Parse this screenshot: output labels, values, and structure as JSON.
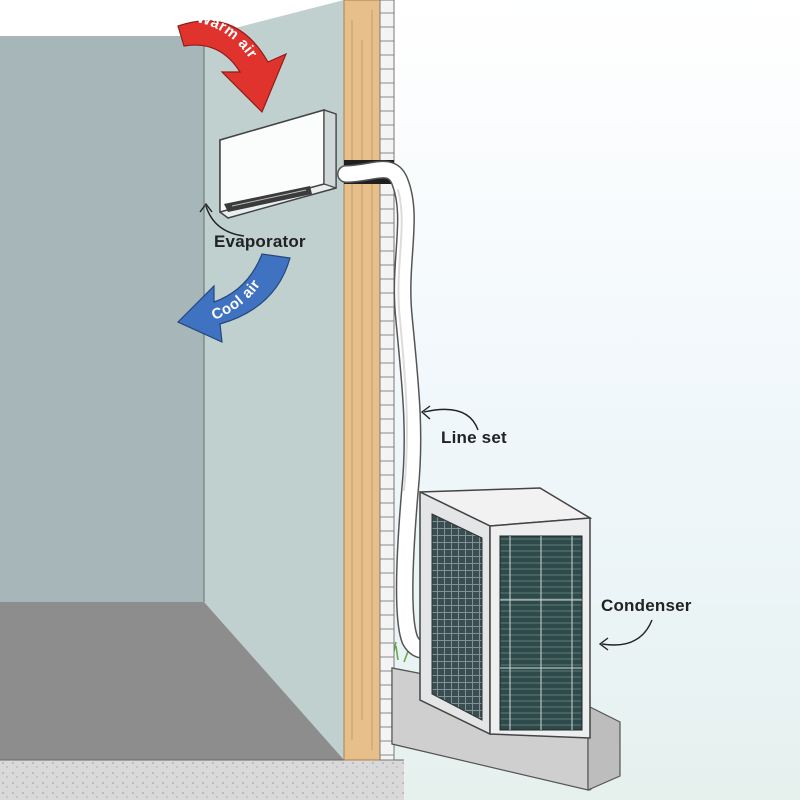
{
  "labels": {
    "warm_air": "Warm air",
    "cool_air": "Cool air",
    "evaporator": "Evaporator",
    "line_set": "Line set",
    "condenser": "Condenser"
  },
  "colors": {
    "warm_arrow": "#e0332e",
    "cool_arrow": "#3f72c0",
    "interior_wall": "#bfd0cf",
    "side_wall": "#a7b6b8",
    "floor": "#8d8d8d",
    "wood_stud": "#e6bf8a",
    "label_text": "#222222"
  }
}
